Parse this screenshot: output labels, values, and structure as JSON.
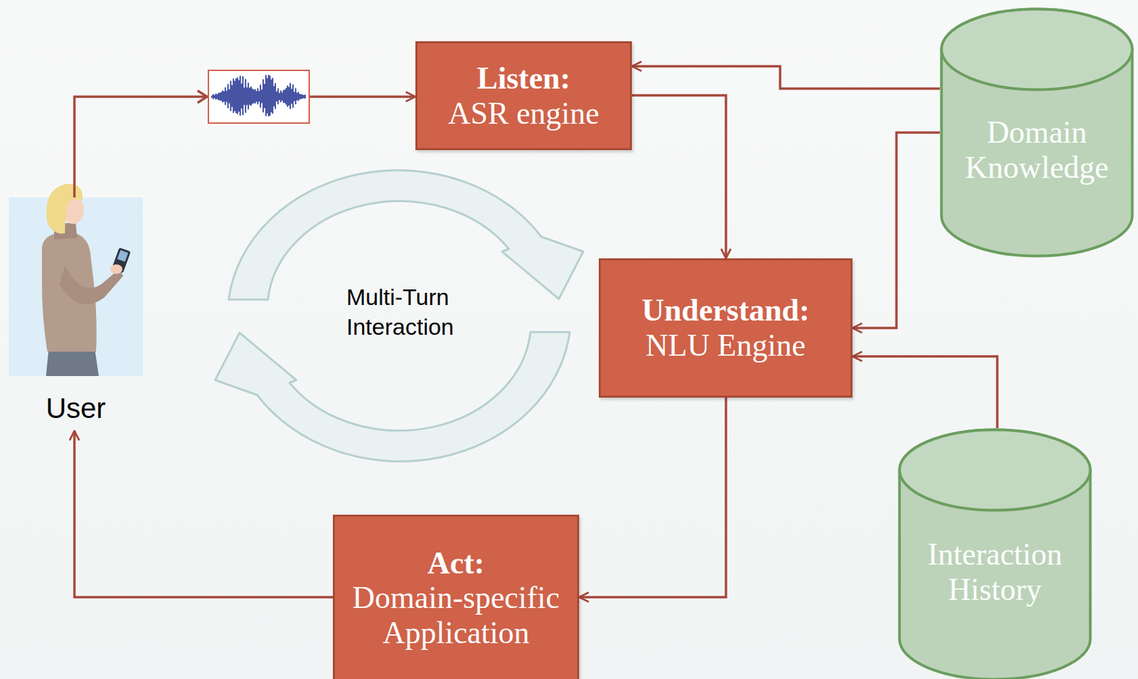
{
  "diagram": {
    "nodes": [
      {
        "text": [
          "User"
        ]
      },
      {
        "text": [
          "Listen:",
          "ASR engine"
        ]
      },
      {
        "text": [
          "Domain Knowledge"
        ]
      },
      {
        "text": [
          "Understand:",
          "NLU Engine"
        ]
      },
      {
        "text": [
          "Act:",
          "Domain-specific Application"
        ]
      },
      {
        "text": [
          "Interaction History"
        ]
      }
    ],
    "edges": [
      {
        "from": 0,
        "to": 1,
        "arrow": "to"
      },
      {
        "from": 2,
        "to": 1,
        "arrow": "to"
      },
      {
        "from": 1,
        "to": 3,
        "arrow": "to"
      },
      {
        "from": 2,
        "to": 3,
        "arrow": "to"
      },
      {
        "from": 5,
        "to": 3,
        "arrow": "to"
      },
      {
        "from": 3,
        "to": 4,
        "arrow": "to"
      },
      {
        "from": 4,
        "to": 0,
        "arrow": "to"
      }
    ],
    "labels": [
      "Multi-Turn Interaction"
    ]
  }
}
